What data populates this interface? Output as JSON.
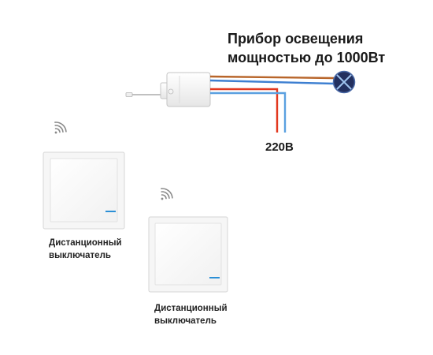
{
  "diagram": {
    "lighting_device": {
      "line1": "Прибор освещения",
      "line2": "мощностью до 1000Вт"
    },
    "mains_label": "220В",
    "switches": [
      {
        "label_line1": "Дистанционный",
        "label_line2": "выключатель"
      },
      {
        "label_line1": "Дистанционный",
        "label_line2": "выключатель"
      }
    ]
  },
  "icons": {
    "signal": "wifi-signal-icon",
    "lamp": "light-bulb-icon",
    "receiver": "receiver-module-icon"
  },
  "colors": {
    "wire_brown": "#b8652a",
    "wire_blue": "#3d7fd1",
    "wire_red": "#e2381f",
    "wire_light_blue": "#5aa0e0",
    "lamp_fill": "#23305f",
    "lamp_cross": "#9fc3ee",
    "indicator": "#2b8fd6",
    "signal": "#8a8a8a"
  }
}
